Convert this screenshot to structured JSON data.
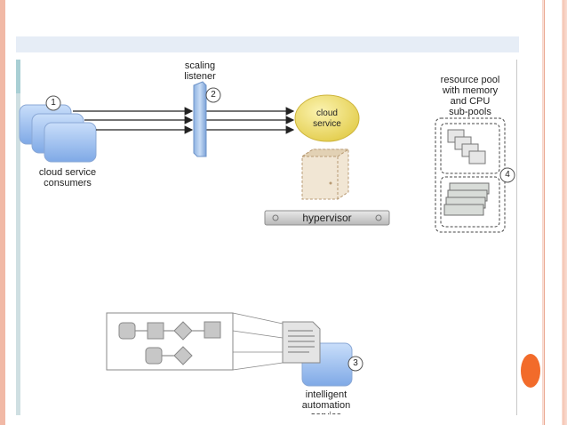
{
  "labels": {
    "scaling_listener": "scaling\nlistener",
    "cloud_service": "cloud\nservice",
    "consumers": "cloud service\nconsumers",
    "hypervisor": "hypervisor",
    "resource_pool": "resource pool\nwith memory\nand CPU\nsub-pools",
    "automation": "intelligent\nautomation\nservice"
  },
  "callouts": [
    "1",
    "2",
    "3",
    "4"
  ],
  "colors": {
    "accent_orange": "#f26b2a",
    "cloud_service_yellow": "#efe27a",
    "consumer_blue": "#9fc2ee",
    "slide_border": "#f1b9a6"
  }
}
